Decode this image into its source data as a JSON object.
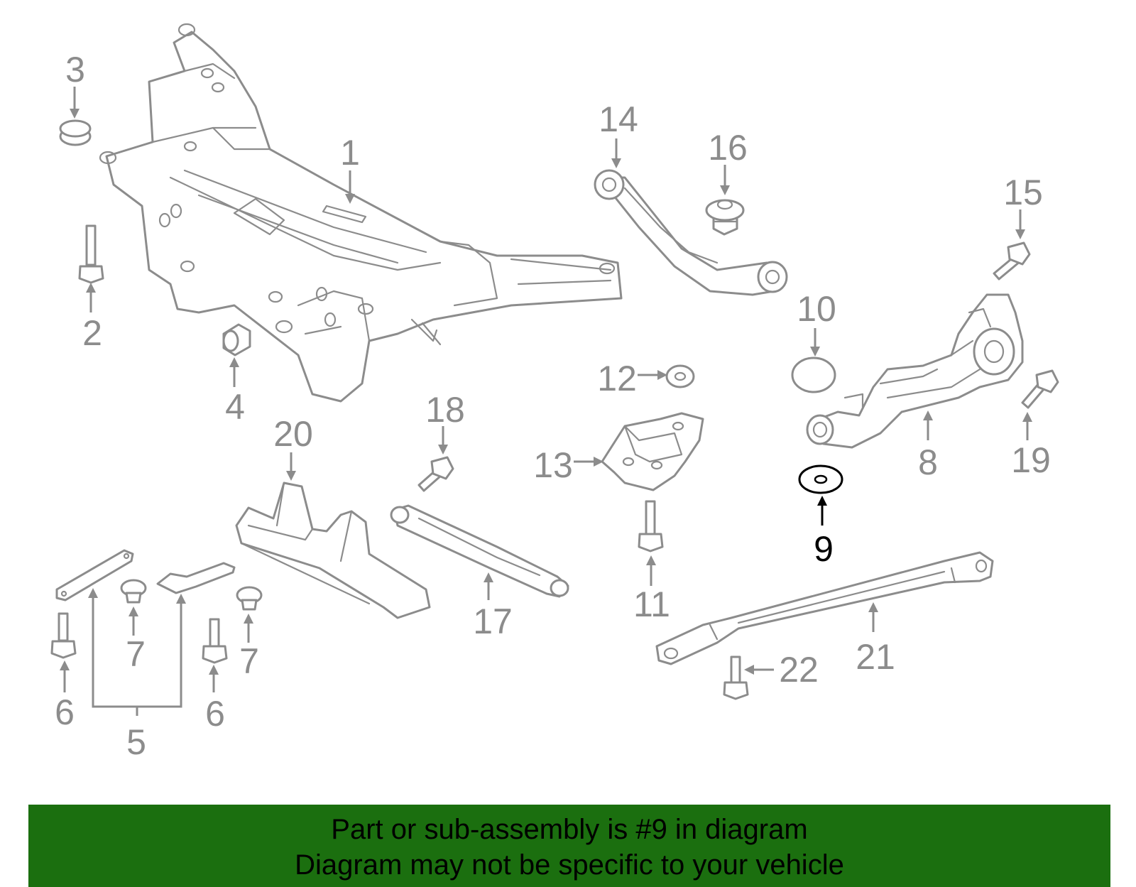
{
  "diagram": {
    "callouts": [
      "1",
      "2",
      "3",
      "4",
      "5",
      "6",
      "6",
      "7",
      "7",
      "8",
      "9",
      "10",
      "11",
      "12",
      "13",
      "14",
      "15",
      "16",
      "17",
      "18",
      "19",
      "20",
      "21",
      "22"
    ],
    "highlighted_part": "9",
    "colors": {
      "line": "#8c8c8c",
      "highlight": "#000000",
      "banner": "#1b6f0f"
    }
  },
  "banner": {
    "line1": "Part or sub-assembly is #9 in diagram",
    "line2": "Diagram may not be specific to your vehicle"
  }
}
